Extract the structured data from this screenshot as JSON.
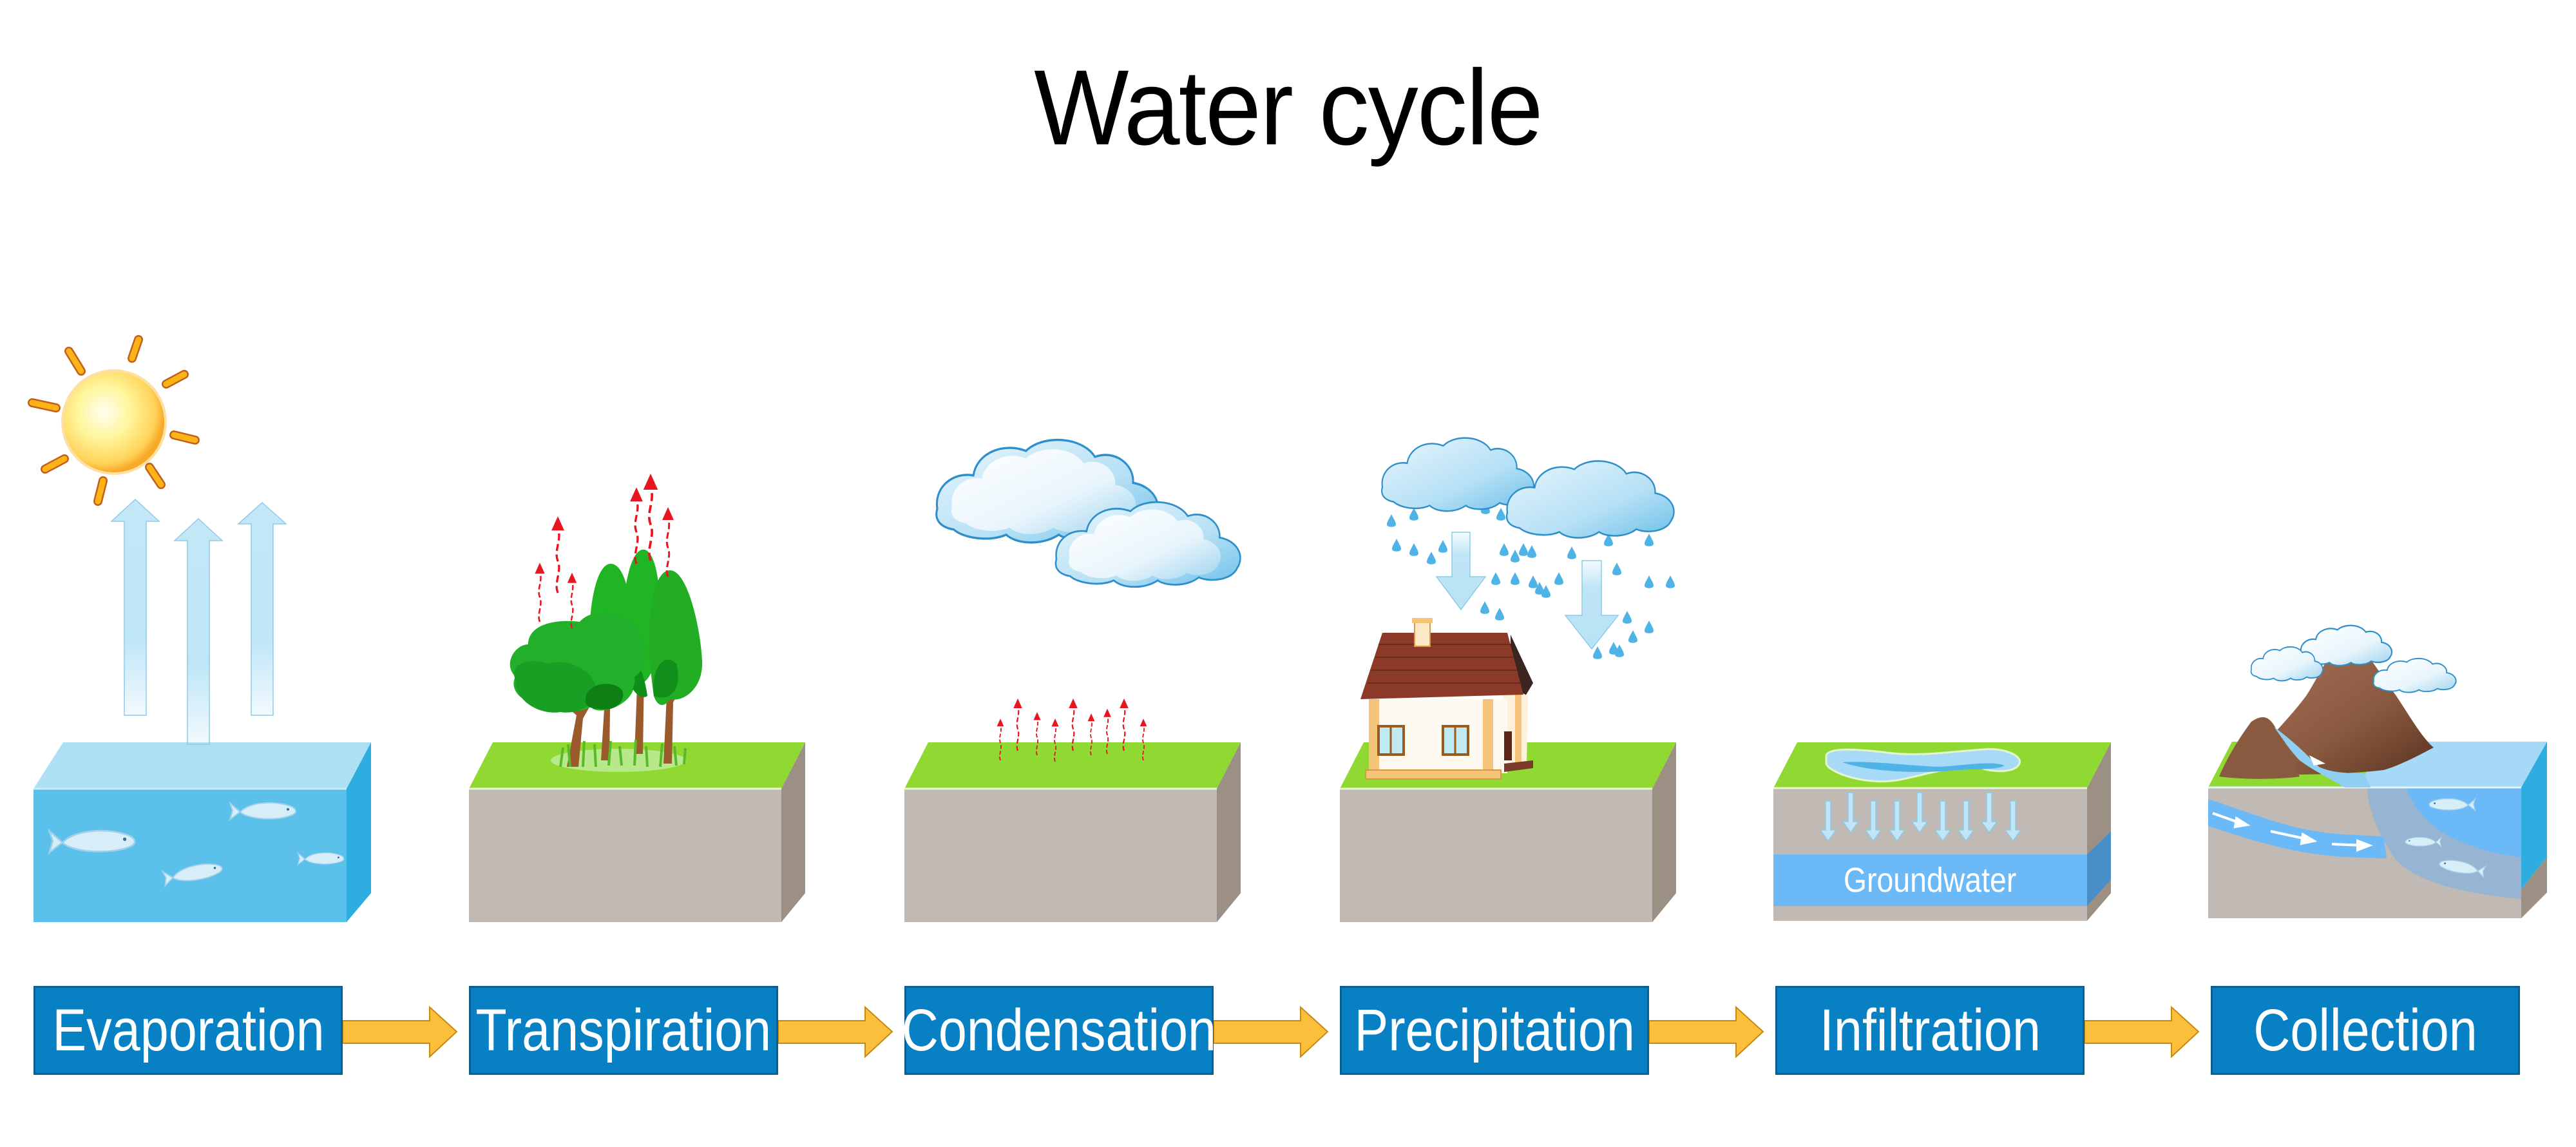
{
  "title": "Water cycle",
  "stages": [
    {
      "label": "Evaporation",
      "scene": "water-body-with-sun"
    },
    {
      "label": "Transpiration",
      "scene": "trees-on-ground"
    },
    {
      "label": "Condensation",
      "scene": "clouds-forming"
    },
    {
      "label": "Precipitation",
      "scene": "rain-on-house"
    },
    {
      "label": "Infiltration",
      "scene": "groundwater-recharge"
    },
    {
      "label": "Collection",
      "scene": "runoff-to-lake"
    }
  ],
  "annotations": {
    "groundwater": "Groundwater"
  },
  "flow_arrows": [
    "Evaporation → Transpiration",
    "Transpiration → Condensation",
    "Condensation → Precipitation",
    "Precipitation → Infiltration",
    "Infiltration → Collection"
  ],
  "colors": {
    "label_bg": "#0880c4",
    "label_border": "#0a5f93",
    "arrow": "#fbbf3c",
    "grass": "#8fd932",
    "soil_front": "#c1b9b3",
    "soil_side": "#9c8f84",
    "water_front": "#5bc1ea",
    "water_top": "#aee0f4",
    "water_side": "#2eaee0",
    "groundwater": "#6cb9f7",
    "cloud_edge": "#3e9fd5",
    "sun": "#ffe270",
    "sun_ray": "#fbb317",
    "vapor_arrow": "#e8141f",
    "tree_green": "#1fb523",
    "roof": "#8b3a2a"
  },
  "icons": [
    "sun-icon",
    "cloud-icon",
    "rain-drop-icon",
    "tree-icon",
    "house-icon",
    "mountain-icon",
    "fish-icon",
    "arrow-right-icon"
  ]
}
